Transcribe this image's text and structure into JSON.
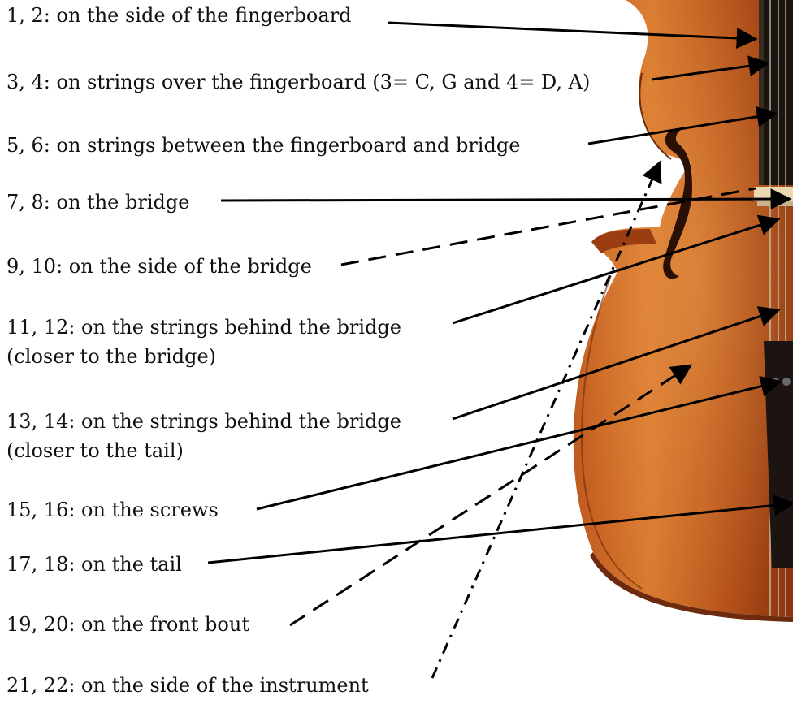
{
  "annotations": [
    {
      "id": "fingerboard-side",
      "lines": [
        "1, 2: on the side of the fingerboard"
      ]
    },
    {
      "id": "strings-over-fingerboard",
      "lines": [
        "3, 4: on strings over the fingerboard (3= C, G and 4= D, A)"
      ]
    },
    {
      "id": "strings-fingerboard-bridge",
      "lines": [
        "5, 6: on strings between the fingerboard and bridge"
      ]
    },
    {
      "id": "bridge",
      "lines": [
        "7, 8: on the bridge"
      ]
    },
    {
      "id": "bridge-side",
      "lines": [
        "9, 10: on the side of the bridge"
      ]
    },
    {
      "id": "strings-behind-bridge-near",
      "lines": [
        "11, 12: on the strings behind the bridge",
        "(closer to the bridge)"
      ]
    },
    {
      "id": "strings-behind-bridge-tail",
      "lines": [
        "13, 14: on the strings behind the bridge",
        "(closer to the tail)"
      ]
    },
    {
      "id": "screws",
      "lines": [
        "15, 16: on the screws"
      ]
    },
    {
      "id": "tail",
      "lines": [
        "17, 18: on the tail"
      ]
    },
    {
      "id": "front-bout",
      "lines": [
        "19, 20: on the front bout"
      ]
    },
    {
      "id": "instrument-side",
      "lines": [
        "21, 22: on the side of the instrument"
      ]
    }
  ],
  "colors": {
    "cello_body": "#b8551c",
    "cello_highlight": "#e08a3a",
    "cello_shadow": "#7a2e0c",
    "arrows": "#000000"
  }
}
